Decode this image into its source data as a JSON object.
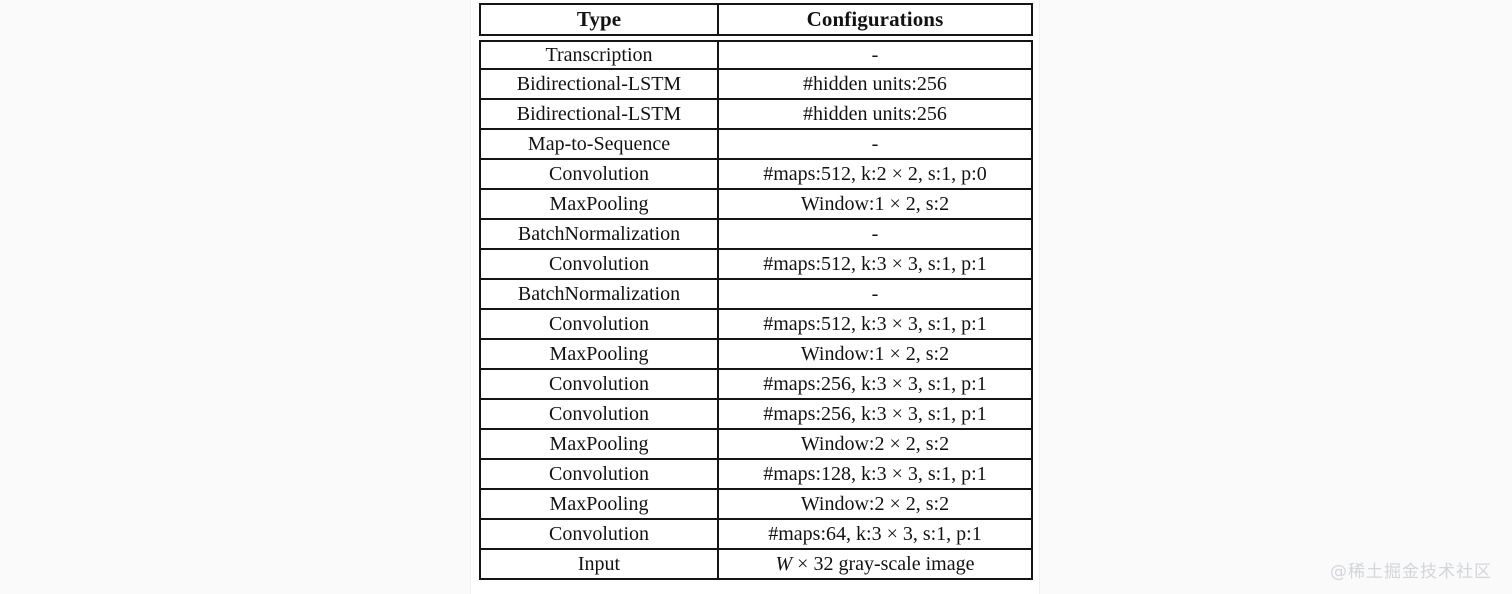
{
  "table": {
    "columns": [
      "Type",
      "Configurations"
    ],
    "rows": [
      {
        "type": "Transcription",
        "config": "-"
      },
      {
        "type": "Bidirectional-LSTM",
        "config": "#hidden units:256"
      },
      {
        "type": "Bidirectional-LSTM",
        "config": "#hidden units:256"
      },
      {
        "type": "Map-to-Sequence",
        "config": "-"
      },
      {
        "type": "Convolution",
        "config": "#maps:512, k:2 × 2, s:1, p:0"
      },
      {
        "type": "MaxPooling",
        "config": "Window:1 × 2, s:2"
      },
      {
        "type": "BatchNormalization",
        "config": "-"
      },
      {
        "type": "Convolution",
        "config": "#maps:512, k:3 × 3, s:1, p:1"
      },
      {
        "type": "BatchNormalization",
        "config": "-"
      },
      {
        "type": "Convolution",
        "config": "#maps:512, k:3 × 3, s:1, p:1"
      },
      {
        "type": "MaxPooling",
        "config": "Window:1 × 2, s:2"
      },
      {
        "type": "Convolution",
        "config": "#maps:256, k:3 × 3, s:1, p:1"
      },
      {
        "type": "Convolution",
        "config": "#maps:256, k:3 × 3, s:1, p:1"
      },
      {
        "type": "MaxPooling",
        "config": "Window:2 × 2, s:2"
      },
      {
        "type": "Convolution",
        "config": "#maps:128, k:3 × 3, s:1, p:1"
      },
      {
        "type": "MaxPooling",
        "config": "Window:2 × 2, s:2"
      },
      {
        "type": "Convolution",
        "config": "#maps:64, k:3 × 3, s:1, p:1"
      },
      {
        "type": "Input",
        "config_prefix": "W",
        "config_suffix": " × 32 gray-scale image"
      }
    ]
  },
  "watermark": {
    "text": "@稀土掘金技术社区"
  },
  "colors": {
    "page_background": "#fafafa",
    "card_background": "#ffffff",
    "rule": "#151515",
    "text": "#121212",
    "watermark": "#d2d5da"
  }
}
